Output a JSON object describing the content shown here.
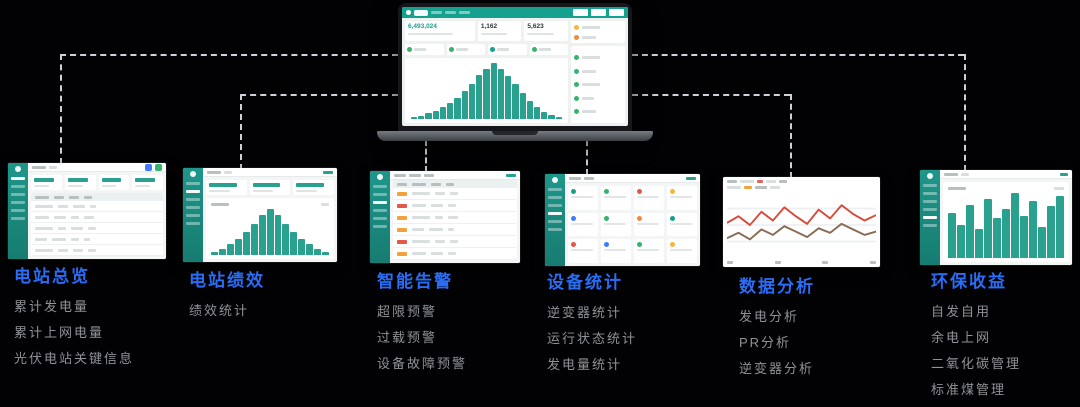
{
  "page": {
    "background": "#000000"
  },
  "colors": {
    "title_blue": "#2a6df5",
    "item_gray": "#8f9296",
    "teal_primary": "#16a18e",
    "sidebar_teal": "#1c8c7f",
    "connector_dash": "#cdd2d8",
    "alert_red": "#e45648",
    "warn_orange": "#f0a23c",
    "ok_green": "#35b36b",
    "info_blue": "#3f7bff",
    "accent_yellow": "#f5b63f"
  },
  "laptop": {
    "stats": [
      "6,493,024",
      "1,162",
      "5,623"
    ]
  },
  "sections": [
    {
      "title": "电站总览",
      "items": [
        "累计发电量",
        "累计上网电量",
        "光伏电站关键信息"
      ]
    },
    {
      "title": "电站绩效",
      "items": [
        "绩效统计"
      ]
    },
    {
      "title": "智能告警",
      "items": [
        "超限预警",
        "过载预警",
        "设备故障预警"
      ]
    },
    {
      "title": "设备统计",
      "items": [
        "逆变器统计",
        "运行状态统计",
        "发电量统计"
      ]
    },
    {
      "title": "数据分析",
      "items": [
        "发电分析",
        "PR分析",
        "逆变器分析"
      ]
    },
    {
      "title": "环保收益",
      "items": [
        "自发自用",
        "余电上网",
        "二氧化碳管理",
        "标准煤管理"
      ]
    }
  ],
  "charts": {
    "laptop_histogram": [
      2,
      3,
      5,
      8,
      11,
      15,
      20,
      26,
      33,
      41,
      47,
      52,
      47,
      40,
      32,
      24,
      17,
      11,
      7,
      4,
      2
    ],
    "performance_histogram": [
      3,
      6,
      10,
      15,
      22,
      30,
      38,
      44,
      38,
      30,
      22,
      15,
      10,
      6,
      3
    ],
    "environment_bars": [
      38,
      28,
      45,
      24,
      50,
      34,
      42,
      55,
      36,
      48,
      26,
      44,
      52
    ],
    "analysis_line_red": [
      32,
      38,
      30,
      42,
      34,
      46,
      38,
      31,
      44,
      36,
      48,
      40,
      34,
      39
    ],
    "analysis_line_dark": [
      18,
      23,
      17,
      26,
      21,
      29,
      24,
      19,
      27,
      23,
      31,
      26,
      21,
      24
    ]
  }
}
